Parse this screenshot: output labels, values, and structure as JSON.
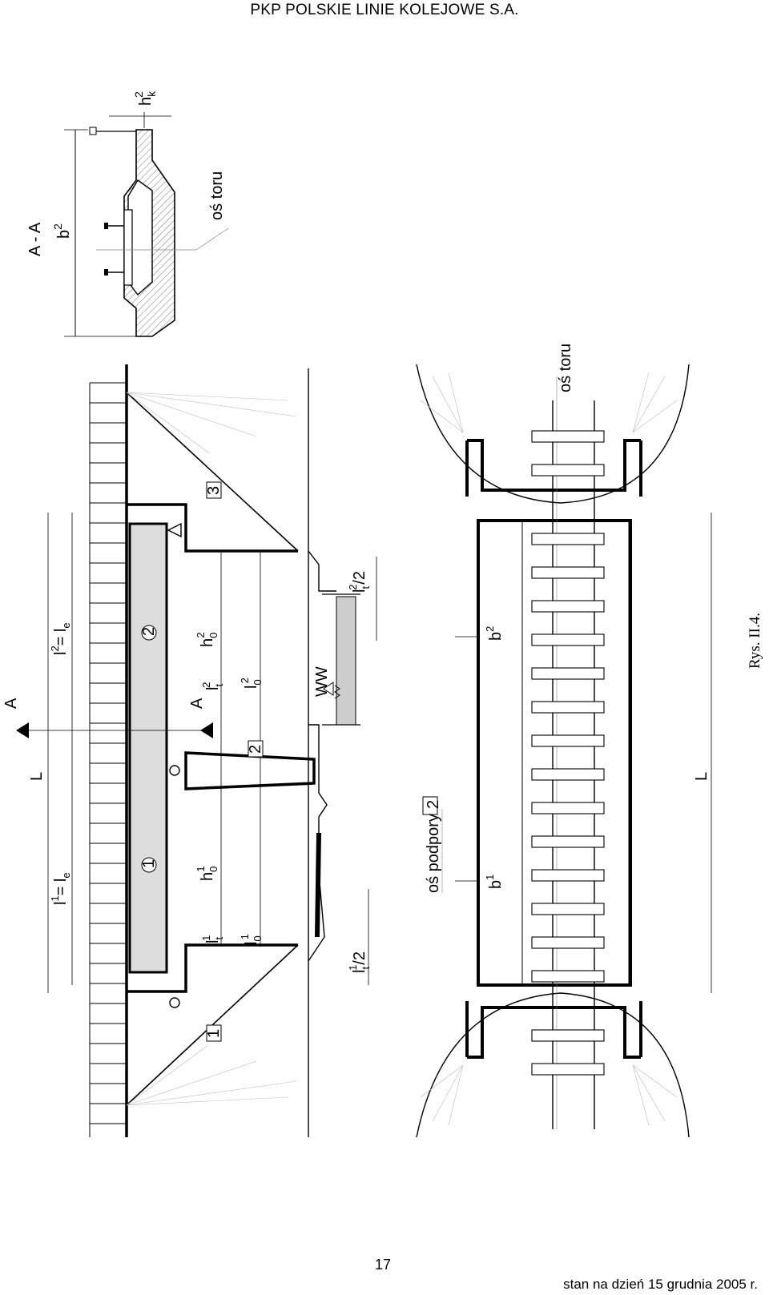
{
  "header": {
    "company": "PKP POLSKIE LINIE KOLEJOWE S.A."
  },
  "figure": {
    "caption": "Rys. II.4.",
    "section_label": "A - A",
    "section_mark": "A",
    "track_axis_label": "oś toru",
    "support_axis_label": "oś podpory",
    "support_axis_number": "2",
    "span_label": "L",
    "water_label": "WW",
    "labels": {
      "b2": "b",
      "b2_sup": "2",
      "b1": "b",
      "b1_sup": "1",
      "hk": "h",
      "hk_sub": "k",
      "hk_sup": "2",
      "l1_eq": "l",
      "l1_eq_sup": "1",
      "l1_eq_mid": "= l",
      "l1_eq_sub": "e",
      "l2_eq": "l",
      "l2_eq_sup": "2",
      "l2_eq_mid": "= l",
      "l2_eq_sub": "e",
      "h0": "h",
      "h0_sub": "0",
      "lt": "l",
      "lt_sub": "t",
      "l0": "l",
      "l0_sub": "0",
      "lt_half": "/2",
      "sup1": "1",
      "sup2": "2"
    },
    "supports": {
      "s1": "1",
      "s2": "2",
      "s3": "3"
    },
    "spans": {
      "p1": "1",
      "p2": "2"
    }
  },
  "footer": {
    "page_number": "17",
    "status_date": "stan na dzień 15 grudnia 2005 r."
  }
}
